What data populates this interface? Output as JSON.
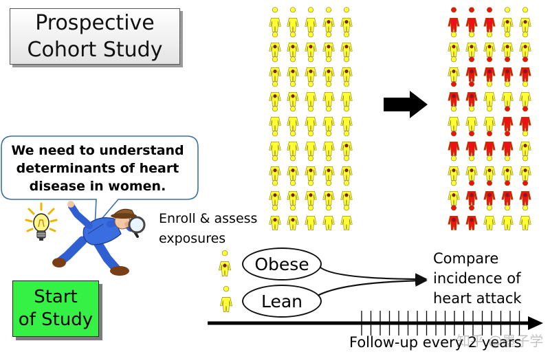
{
  "title": {
    "line1": "Prospective",
    "line2": "Cohort Study"
  },
  "speech": {
    "line1": "We need to understand",
    "line2": "determinants of heart",
    "line3": "disease in women."
  },
  "start": {
    "line1": "Start",
    "line2": "of Study"
  },
  "enroll": {
    "line1": "Enroll & assess",
    "line2": "exposures"
  },
  "groups": {
    "obese": "Obese",
    "lean": "Lean"
  },
  "compare": {
    "line1": "Compare",
    "line2": "incidence of",
    "line3": "heart attack"
  },
  "timeline": {
    "label": "Follow-up every 2 years"
  },
  "watermark": "知乎 @墨子学",
  "colors": {
    "healthy": "#ffff33",
    "affected": "#ee1111",
    "exposure_dot": "#8b1a1a",
    "start_box": "#35f045",
    "arrow": "#000000"
  },
  "icons": {
    "bulb": "lightbulb-icon",
    "detective": "detective-icon",
    "arrow": "arrow-right-icon"
  }
}
